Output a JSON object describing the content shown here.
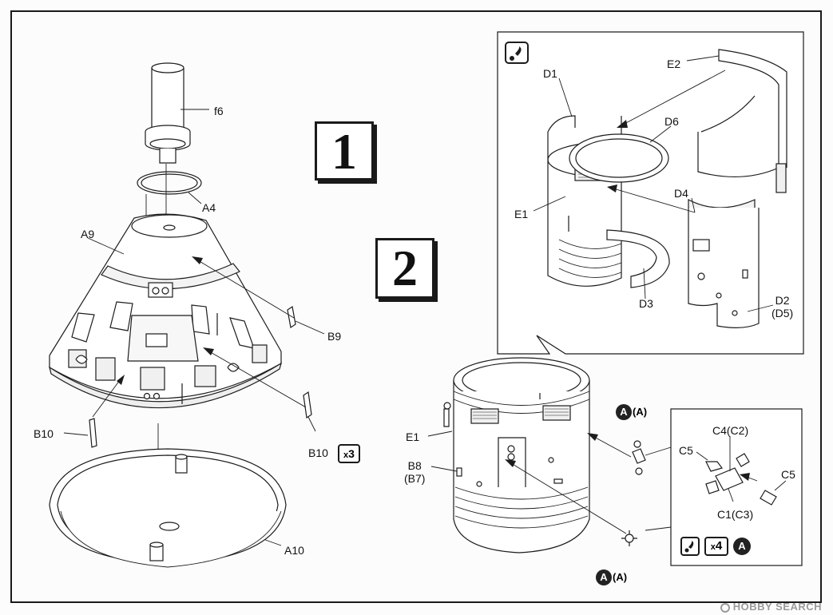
{
  "steps": {
    "step1": "1",
    "step2": "2"
  },
  "parts": {
    "f6": "f6",
    "A4": "A4",
    "A9": "A9",
    "B9": "B9",
    "B10_left": "B10",
    "B10_right": "B10",
    "A10": "A10",
    "E2": "E2",
    "D1": "D1",
    "D6": "D6",
    "E1_detail": "E1",
    "D4": "D4",
    "D3": "D3",
    "D2": "D2",
    "D2_alt": "(D5)",
    "E1_main": "E1",
    "B8": "B8",
    "B8_alt": "(B7)",
    "C4": "C4(C2)",
    "C5_left": "C5",
    "C5_right": "C5",
    "C1": "C1(C3)"
  },
  "badges": {
    "qty_b10": "3",
    "qty_sub": "4",
    "paint_letter": "A",
    "paint_letter_alt": "(A)"
  },
  "watermark": "HOBBY SEARCH",
  "icons": [
    "glue-icon",
    "paint-a-icon",
    "quantity-x3-icon",
    "quantity-x4-icon",
    "watermark-logo-icon"
  ]
}
